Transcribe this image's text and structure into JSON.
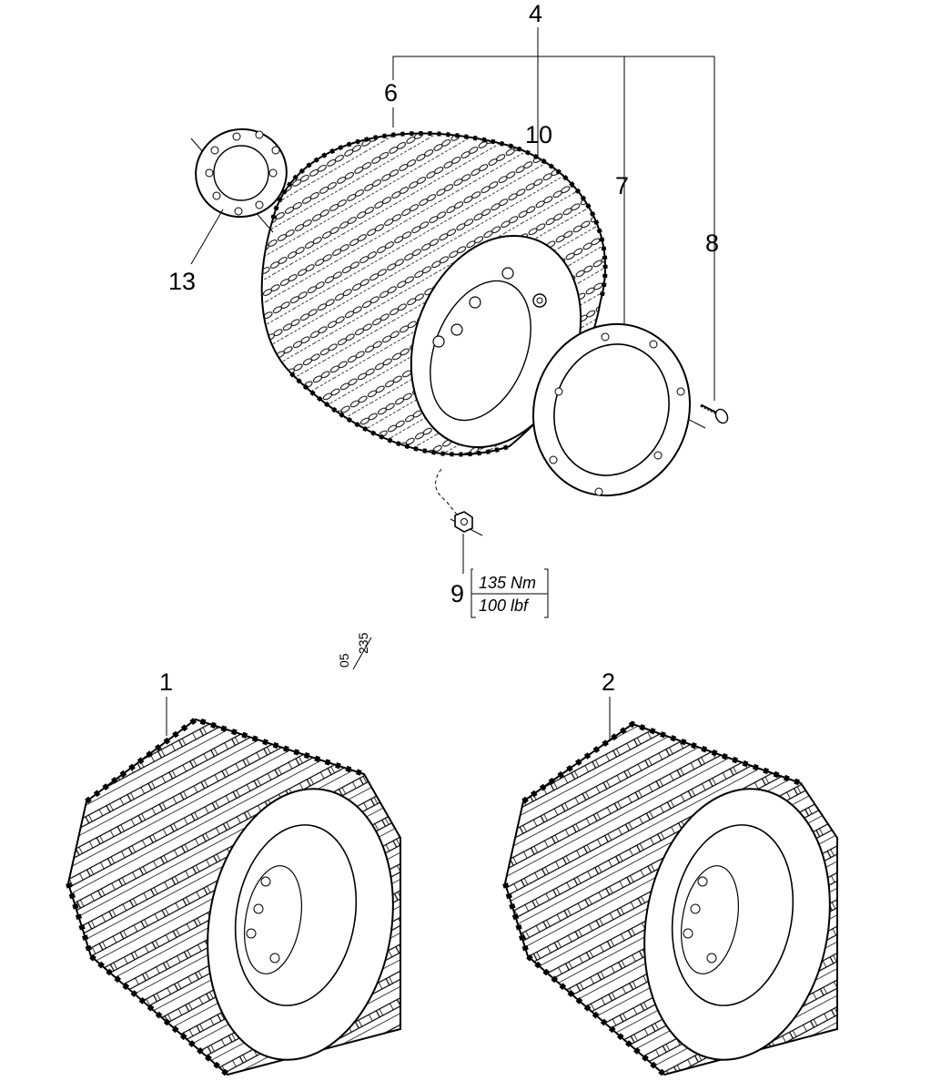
{
  "callouts": {
    "c1": "1",
    "c2": "2",
    "c4": "4",
    "c6": "6",
    "c7": "7",
    "c8": "8",
    "c9": "9",
    "c10": "10",
    "c13": "13"
  },
  "torque": {
    "nm": "135 Nm",
    "lbf": "100 lbf"
  },
  "figure_ref": {
    "top": "05",
    "bottom": "235"
  }
}
